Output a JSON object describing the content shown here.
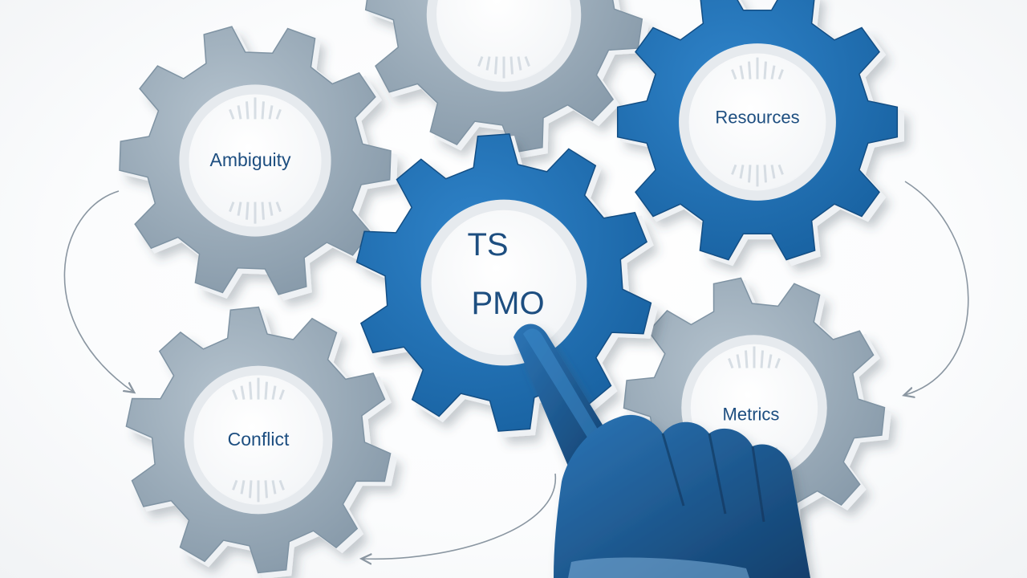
{
  "colors": {
    "grey_gear": "#9aacba",
    "grey_gear_dark": "#7f93a3",
    "blue_gear": "#1f6bad",
    "blue_gear_dark": "#134e84",
    "gear_rim": "#eef1f4",
    "label_dark_blue": "#1d4e80",
    "hand_blue": "#1b5d99",
    "arrow_grey": "#8a96a1"
  },
  "gears": {
    "top": {
      "label": "",
      "color": "grey"
    },
    "ambiguity": {
      "label": "Ambiguity",
      "color": "grey"
    },
    "resources": {
      "label": "Resources",
      "color": "blue"
    },
    "center": {
      "label_line1": "TS",
      "label_line2": "PMO",
      "color": "blue"
    },
    "conflict": {
      "label": "Conflict",
      "color": "grey"
    },
    "metrics": {
      "label": "Metrics",
      "color": "grey"
    }
  },
  "icons": {
    "pointing_hand": "pointing-hand-icon",
    "cycle_arrows": "curved-arrow-icon"
  }
}
